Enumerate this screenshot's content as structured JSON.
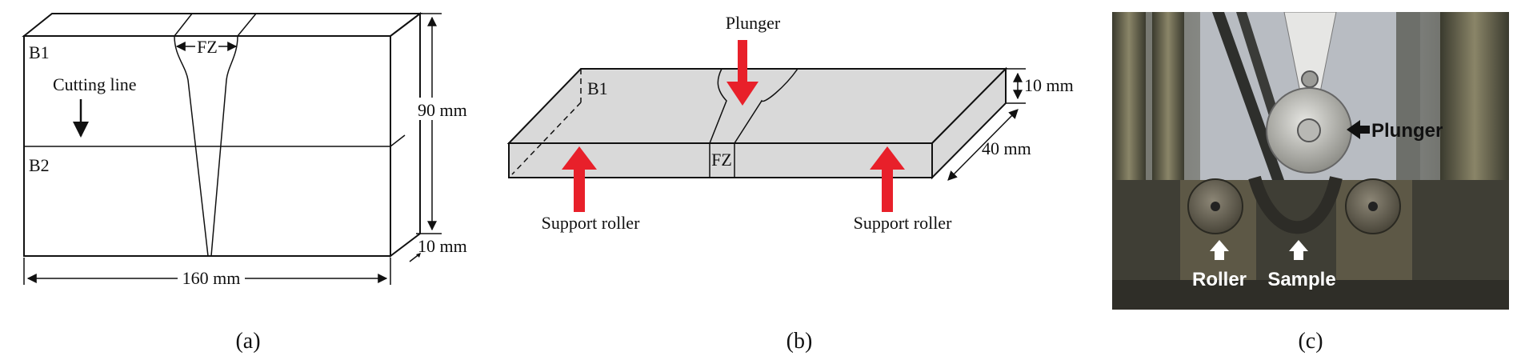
{
  "panel_a": {
    "label_b1": "B1",
    "label_b2": "B2",
    "label_fz": "FZ",
    "cutting_line": "Cutting line",
    "dim_height": "90 mm",
    "dim_thickness": "10 mm",
    "dim_length": "160 mm",
    "caption": "(a)"
  },
  "panel_b": {
    "label_b1": "B1",
    "label_fz": "FZ",
    "plunger": "Plunger",
    "support_left": "Support roller",
    "support_right": "Support roller",
    "dim_thickness": "10 mm",
    "dim_width": "40 mm",
    "caption": "(b)",
    "arrow_color": "#e8202a",
    "block_color": "#d9d9d9"
  },
  "panel_c": {
    "plunger": "Plunger",
    "roller": "Roller",
    "sample": "Sample",
    "caption": "(c)"
  }
}
